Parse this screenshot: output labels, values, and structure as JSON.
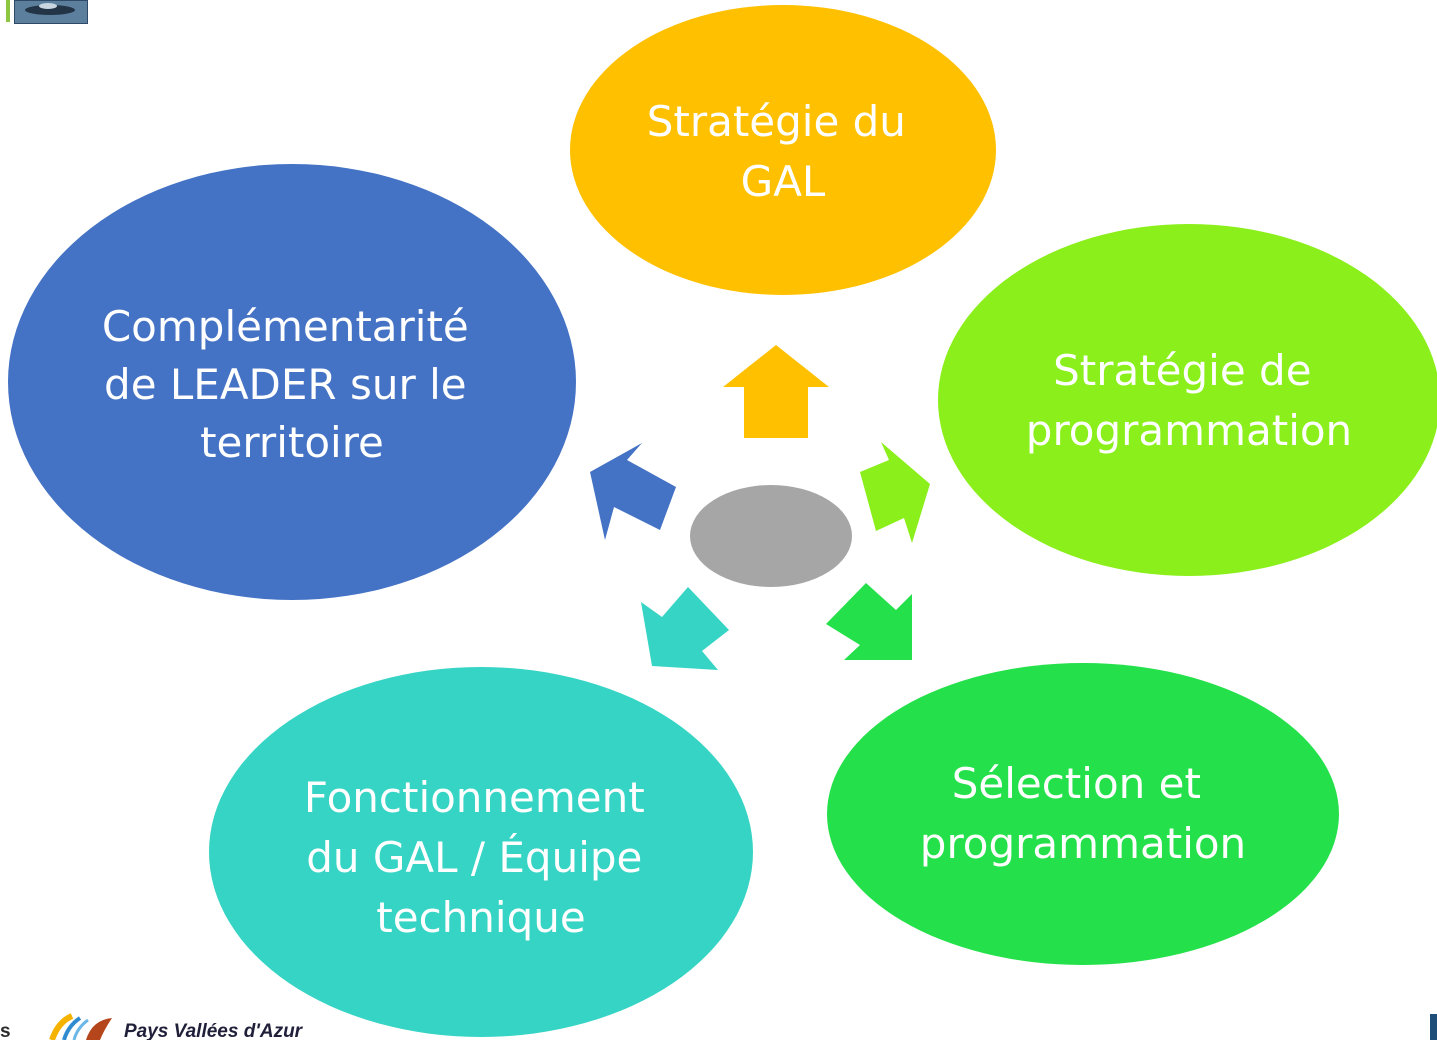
{
  "nodes": [
    {
      "id": "strategie-gal",
      "lines": [
        "Stratégie du",
        "GAL"
      ],
      "color": "#FFC000"
    },
    {
      "id": "strategie-programmation",
      "lines": [
        "Stratégie de",
        "programmation"
      ],
      "color": "#8AEF1A"
    },
    {
      "id": "selection-programmation",
      "lines": [
        "Sélection et",
        "programmation"
      ],
      "color": "#24E04A"
    },
    {
      "id": "fonctionnement-gal",
      "lines": [
        "Fonctionnement",
        "du GAL / Équipe",
        "technique"
      ],
      "color": "#35D4C4"
    },
    {
      "id": "complementarite-leader",
      "lines": [
        "Complémentarité",
        "de LEADER sur le",
        "territoire"
      ],
      "color": "#4472C4"
    }
  ],
  "center": {
    "color": "#A6A6A6"
  },
  "footer": {
    "left_letter": "s",
    "brand_text": "Pays Vallées d'Azur",
    "brand_logo": "pays-vallees-azur-logo"
  },
  "header": {
    "thumbnail": "photo-thumbnail-icon",
    "accent_color": "#8DC63F"
  },
  "corner_mark_color": "#1F4E79"
}
